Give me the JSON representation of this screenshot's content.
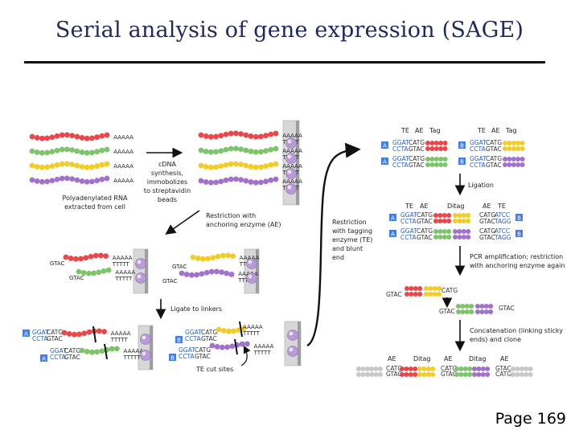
{
  "slide": {
    "title": "Serial analysis of gene expression (SAGE)",
    "page_label": "Page 169"
  },
  "labels": {
    "polyA": "AAAAA",
    "polyT": "TTTTT",
    "step_extract": [
      "Polyadenylated RNA",
      "extracted from cell"
    ],
    "step_cdna": [
      "cDNA",
      "synthesis,",
      "immobolizes",
      "to streptavidin",
      "beads"
    ],
    "step_restriction_ae": [
      "Restriction with",
      "anchoring enzyme (AE)"
    ],
    "step_ligate": "Ligate to linkers",
    "step_te_cut": "TE cut sites",
    "step_restriction_te": [
      "Restriction",
      "with tagging",
      "enzyme (TE)",
      "and blunt",
      "end"
    ],
    "step_ligation": "Ligation",
    "step_pcr": [
      "PCR amplification; restriction",
      "with anchoring enzyme again"
    ],
    "step_concat": [
      "Concatenation (linking sticky",
      "ends) and clone"
    ],
    "col_te": "TE",
    "col_ae": "AE",
    "col_tag": "Tag",
    "col_ditag": "Ditag",
    "linker_a": "A",
    "linker_b": "B",
    "seq_ggat": "GGAT",
    "seq_ccta": "CCTA",
    "seq_catg": "CATG",
    "seq_gtac": "GTAC",
    "seq_atcc": "ATCC",
    "seq_tagg": "TAGG"
  },
  "colors": {
    "red": "#e8474c",
    "green": "#7ec46b",
    "yellow": "#f2cc2a",
    "purple": "#a271c9",
    "grey": "#c8c8c8",
    "linker": "#4a7ed6",
    "seq_text": "#2d5fb8",
    "title": "#1f2a5a"
  }
}
